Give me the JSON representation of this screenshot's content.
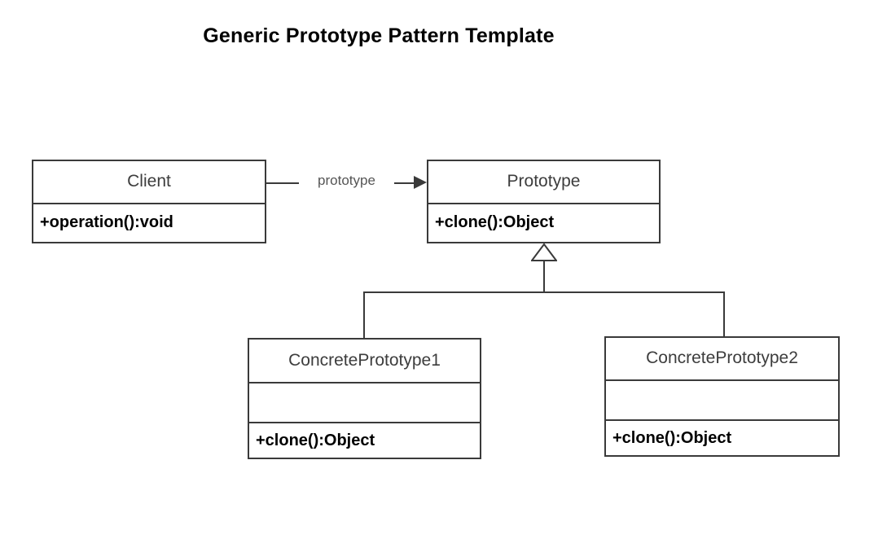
{
  "diagram": {
    "title": "Generic Prototype Pattern Template",
    "classes": {
      "client": {
        "name": "Client",
        "operations": "+operation():void"
      },
      "prototype": {
        "name": "Prototype",
        "operations": "+clone():Object"
      },
      "concrete1": {
        "name": "ConcretePrototype1",
        "attributes": "",
        "operations": "+clone():Object"
      },
      "concrete2": {
        "name": "ConcretePrototype2",
        "attributes": "",
        "operations": "+clone():Object"
      }
    },
    "relations": {
      "association_label": "prototype"
    },
    "colors": {
      "border": "#3a3a3a",
      "title_text": "#000000",
      "class_name_text": "#3d3d3d",
      "member_text": "#000000",
      "label_text": "#555555",
      "background": "#ffffff"
    }
  }
}
